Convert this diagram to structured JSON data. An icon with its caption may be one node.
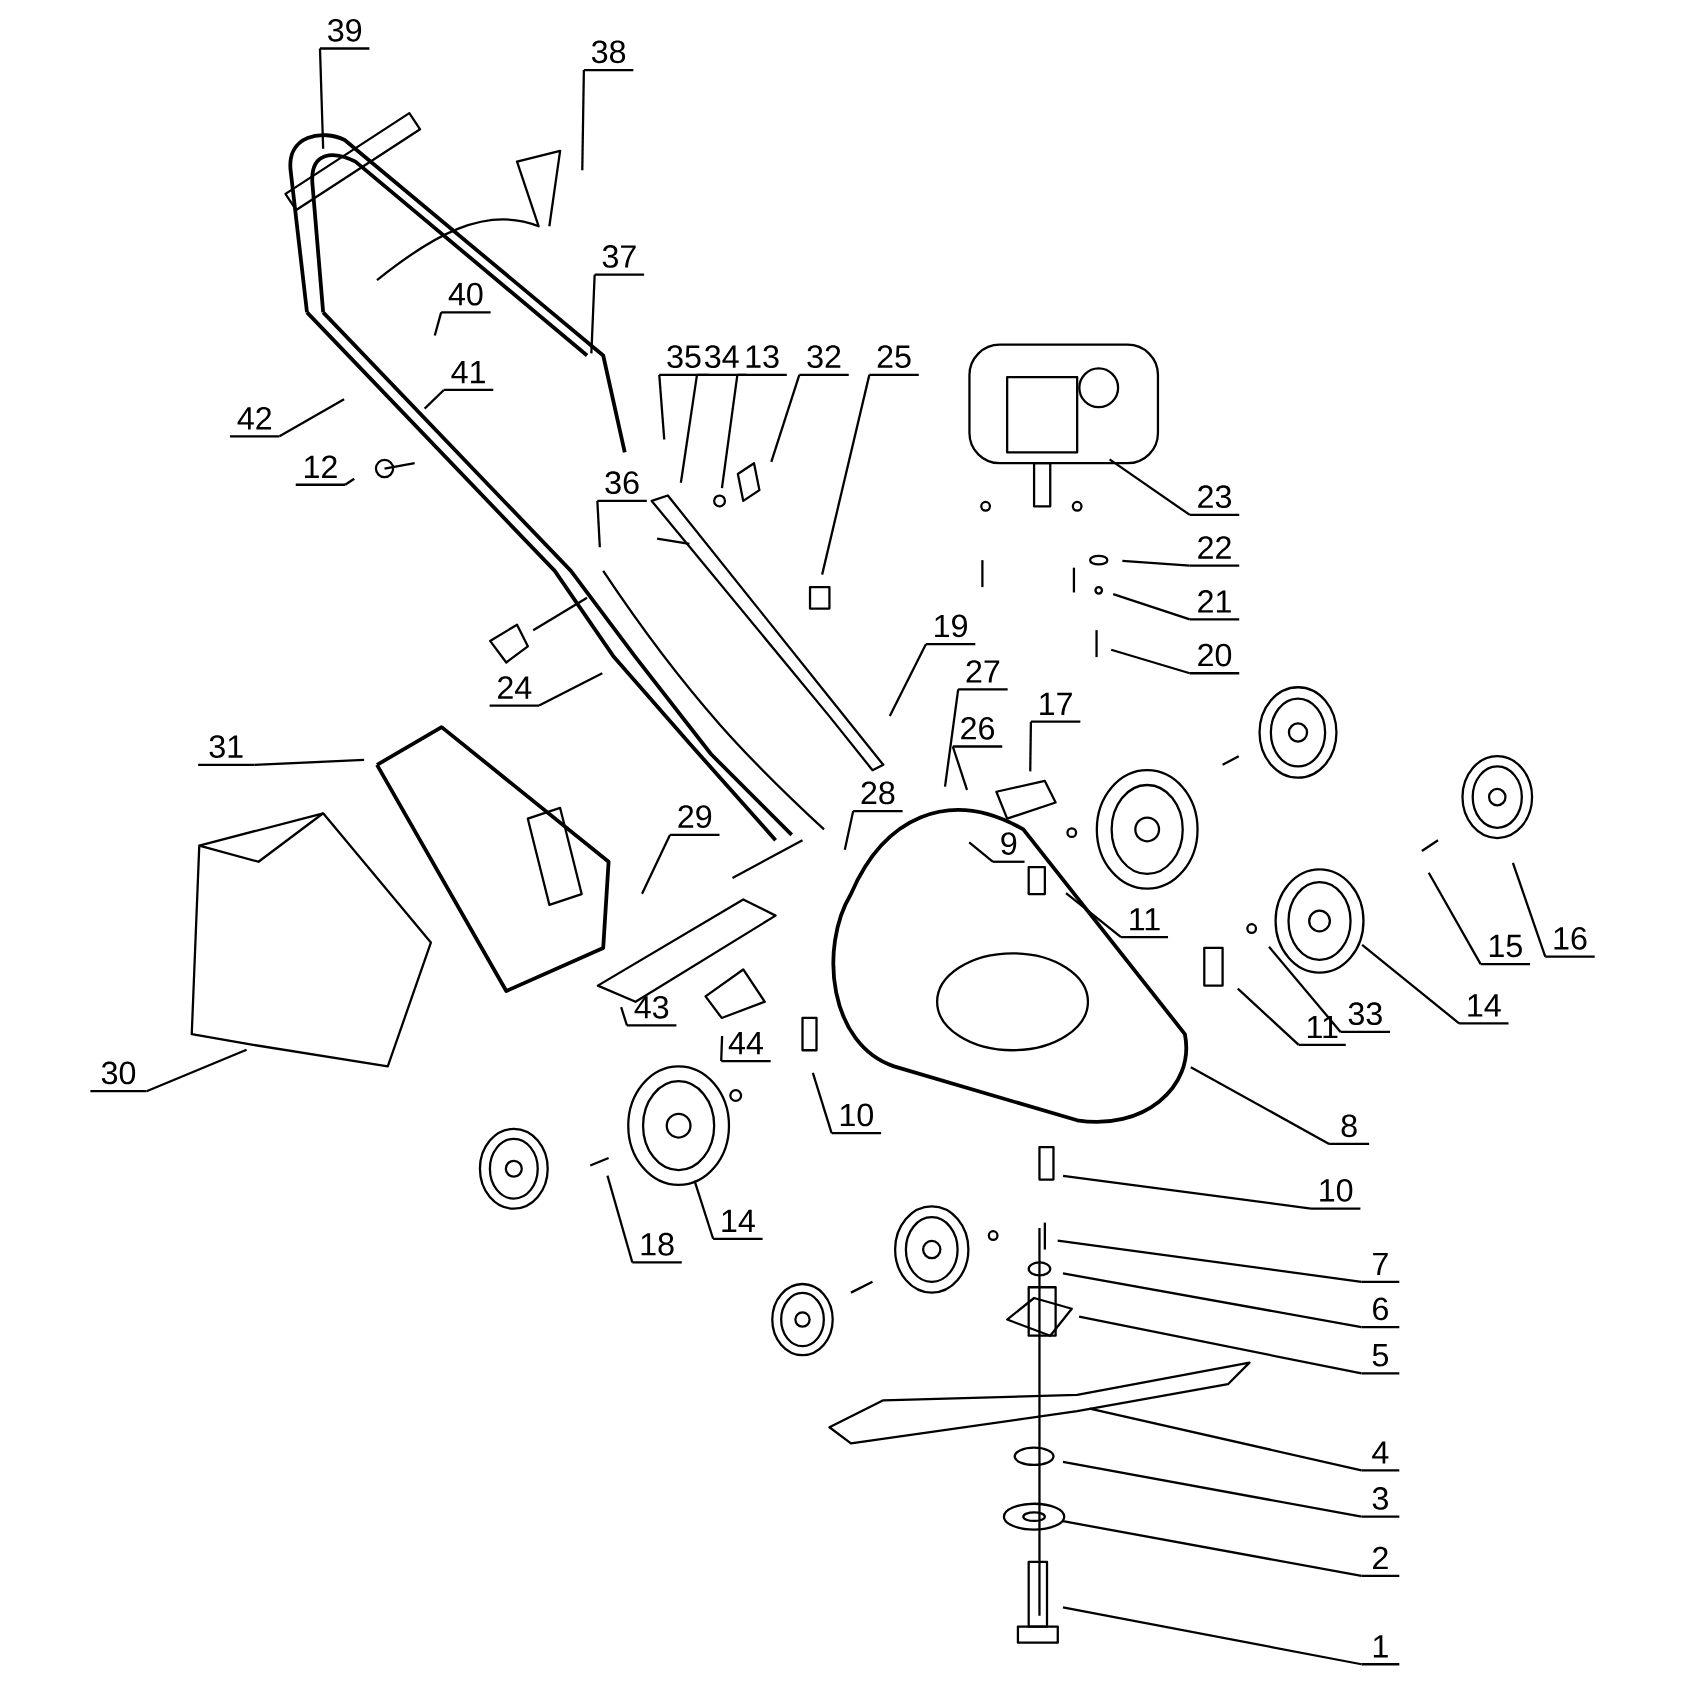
{
  "diagram": {
    "nodes": [
      {
        "text": [
          "39"
        ]
      },
      {
        "text": [
          "38"
        ]
      },
      {
        "text": [
          "37"
        ]
      },
      {
        "text": [
          "40"
        ]
      },
      {
        "text": [
          "41"
        ]
      },
      {
        "text": [
          "42"
        ]
      },
      {
        "text": [
          "12"
        ]
      },
      {
        "text": [
          "35"
        ]
      },
      {
        "text": [
          "34"
        ]
      },
      {
        "text": [
          "13"
        ]
      },
      {
        "text": [
          "32"
        ]
      },
      {
        "text": [
          "25"
        ]
      },
      {
        "text": [
          "36"
        ]
      },
      {
        "text": [
          "23"
        ]
      },
      {
        "text": [
          "22"
        ]
      },
      {
        "text": [
          "21"
        ]
      },
      {
        "text": [
          "20"
        ]
      },
      {
        "text": [
          "19"
        ]
      },
      {
        "text": [
          "24"
        ]
      },
      {
        "text": [
          "27"
        ]
      },
      {
        "text": [
          "26"
        ]
      },
      {
        "text": [
          "17"
        ]
      },
      {
        "text": [
          "31"
        ]
      },
      {
        "text": [
          "28"
        ]
      },
      {
        "text": [
          "29"
        ]
      },
      {
        "text": [
          "9"
        ]
      },
      {
        "text": [
          "11"
        ]
      },
      {
        "text": [
          "11"
        ]
      },
      {
        "text": [
          "33"
        ]
      },
      {
        "text": [
          "14"
        ]
      },
      {
        "text": [
          "15"
        ]
      },
      {
        "text": [
          "16"
        ]
      },
      {
        "text": [
          "43"
        ]
      },
      {
        "text": [
          "44"
        ]
      },
      {
        "text": [
          "30"
        ]
      },
      {
        "text": [
          "10"
        ]
      },
      {
        "text": [
          "8"
        ]
      },
      {
        "text": [
          "10"
        ]
      },
      {
        "text": [
          "14"
        ]
      },
      {
        "text": [
          "18"
        ]
      },
      {
        "text": [
          "7"
        ]
      },
      {
        "text": [
          "6"
        ]
      },
      {
        "text": [
          "5"
        ]
      },
      {
        "text": [
          "4"
        ]
      },
      {
        "text": [
          "3"
        ]
      },
      {
        "text": [
          "2"
        ]
      },
      {
        "text": [
          "1"
        ]
      }
    ],
    "edges": [
      {
        "from": 0,
        "to": null,
        "arrow": "none"
      },
      {
        "from": 1,
        "to": null,
        "arrow": "none"
      },
      {
        "from": 2,
        "to": null,
        "arrow": "none"
      },
      {
        "from": 3,
        "to": null,
        "arrow": "none"
      },
      {
        "from": 4,
        "to": null,
        "arrow": "none"
      },
      {
        "from": 5,
        "to": null,
        "arrow": "none"
      },
      {
        "from": 6,
        "to": null,
        "arrow": "none"
      },
      {
        "from": 7,
        "to": null,
        "arrow": "none"
      },
      {
        "from": 8,
        "to": null,
        "arrow": "none"
      },
      {
        "from": 9,
        "to": null,
        "arrow": "none"
      },
      {
        "from": 10,
        "to": null,
        "arrow": "none"
      },
      {
        "from": 11,
        "to": null,
        "arrow": "none"
      },
      {
        "from": 12,
        "to": null,
        "arrow": "none"
      },
      {
        "from": 13,
        "to": null,
        "arrow": "none"
      },
      {
        "from": 14,
        "to": null,
        "arrow": "none"
      },
      {
        "from": 15,
        "to": null,
        "arrow": "none"
      },
      {
        "from": 16,
        "to": null,
        "arrow": "none"
      },
      {
        "from": 17,
        "to": null,
        "arrow": "none"
      },
      {
        "from": 18,
        "to": null,
        "arrow": "none"
      },
      {
        "from": 19,
        "to": null,
        "arrow": "none"
      },
      {
        "from": 20,
        "to": null,
        "arrow": "none"
      },
      {
        "from": 21,
        "to": null,
        "arrow": "none"
      },
      {
        "from": 22,
        "to": null,
        "arrow": "none"
      },
      {
        "from": 23,
        "to": null,
        "arrow": "none"
      },
      {
        "from": 24,
        "to": null,
        "arrow": "none"
      },
      {
        "from": 25,
        "to": null,
        "arrow": "none"
      },
      {
        "from": 26,
        "to": null,
        "arrow": "none"
      },
      {
        "from": 27,
        "to": null,
        "arrow": "none"
      },
      {
        "from": 28,
        "to": null,
        "arrow": "none"
      },
      {
        "from": 29,
        "to": null,
        "arrow": "none"
      },
      {
        "from": 30,
        "to": null,
        "arrow": "none"
      },
      {
        "from": 31,
        "to": null,
        "arrow": "none"
      },
      {
        "from": 32,
        "to": null,
        "arrow": "none"
      },
      {
        "from": 33,
        "to": null,
        "arrow": "none"
      },
      {
        "from": 34,
        "to": null,
        "arrow": "none"
      },
      {
        "from": 35,
        "to": null,
        "arrow": "none"
      },
      {
        "from": 36,
        "to": null,
        "arrow": "none"
      },
      {
        "from": 37,
        "to": null,
        "arrow": "none"
      },
      {
        "from": 38,
        "to": null,
        "arrow": "none"
      },
      {
        "from": 39,
        "to": null,
        "arrow": "none"
      },
      {
        "from": 40,
        "to": null,
        "arrow": "none"
      },
      {
        "from": 41,
        "to": null,
        "arrow": "none"
      },
      {
        "from": 42,
        "to": null,
        "arrow": "none"
      },
      {
        "from": 43,
        "to": null,
        "arrow": "none"
      },
      {
        "from": 44,
        "to": null,
        "arrow": "none"
      },
      {
        "from": 45,
        "to": null,
        "arrow": "none"
      },
      {
        "from": 46,
        "to": null,
        "arrow": "none"
      }
    ]
  }
}
